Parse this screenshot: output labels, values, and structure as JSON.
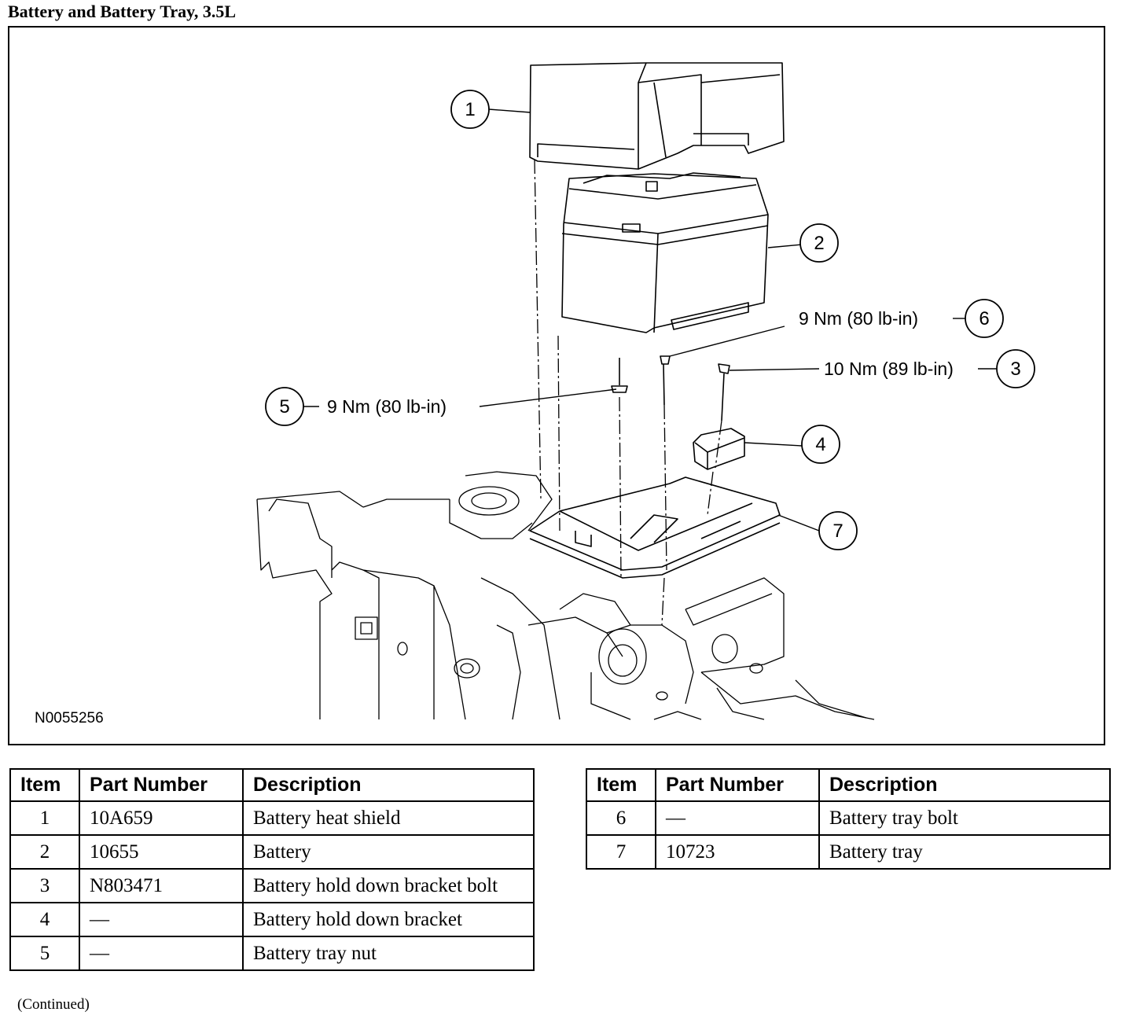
{
  "page": {
    "title": "Battery and Battery Tray, 3.5L",
    "continued": "(Continued)"
  },
  "figure": {
    "id": "N0055256",
    "callouts": [
      {
        "num": "1"
      },
      {
        "num": "2"
      },
      {
        "num": "3",
        "torque": "10 Nm (89 lb-in)"
      },
      {
        "num": "4"
      },
      {
        "num": "5",
        "torque": "9 Nm (80 lb-in)"
      },
      {
        "num": "6",
        "torque": "9 Nm (80 lb-in)"
      },
      {
        "num": "7"
      }
    ]
  },
  "table": {
    "headers": [
      "Item",
      "Part Number",
      "Description"
    ],
    "rows": [
      {
        "item": "1",
        "part": "10A659",
        "desc": "Battery heat shield"
      },
      {
        "item": "2",
        "part": "10655",
        "desc": "Battery"
      },
      {
        "item": "3",
        "part": "N803471",
        "desc": "Battery hold down bracket bolt"
      },
      {
        "item": "4",
        "part": "—",
        "desc": "Battery hold down bracket"
      },
      {
        "item": "5",
        "part": "—",
        "desc": "Battery tray nut"
      },
      {
        "item": "6",
        "part": "—",
        "desc": "Battery tray bolt"
      },
      {
        "item": "7",
        "part": "10723",
        "desc": "Battery tray"
      }
    ]
  }
}
